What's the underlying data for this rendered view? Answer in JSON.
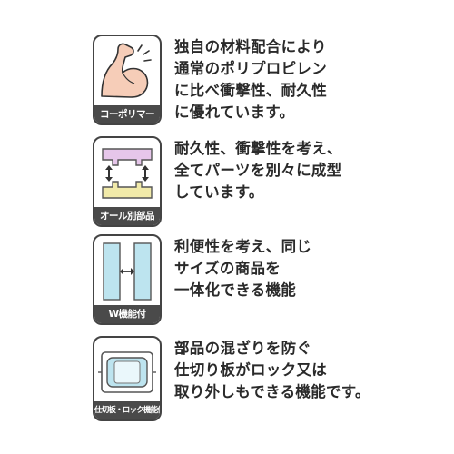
{
  "features": [
    {
      "icon": "flexed-arm-icon",
      "label": "コーポリマー",
      "lines": [
        "独自の材料配合により",
        "通常のポリプロピレン",
        "に比べ衝撃性、耐久性",
        "に優れています。"
      ]
    },
    {
      "icon": "separate-parts-icon",
      "label": "オール別部品",
      "lines": [
        "耐久性、衝撃性を考え、",
        "全てパーツを別々に成型",
        "しています。"
      ]
    },
    {
      "icon": "w-function-icon",
      "label": "W機能付",
      "lines": [
        "利便性を考え、同じ",
        "サイズの商品を",
        "一体化できる機能"
      ]
    },
    {
      "icon": "divider-lock-icon",
      "label": "仕切板・ロック機能付",
      "lines": [
        "部品の混ざりを防ぐ",
        "仕切り板がロック又は",
        "取り外しもできる機能です。"
      ]
    }
  ],
  "colors": {
    "skin": "#f6cdb8",
    "pink": "#e6c6ea",
    "yellow": "#f1eaa9",
    "blue": "#bde4ef",
    "dark": "#4a4a4a"
  }
}
